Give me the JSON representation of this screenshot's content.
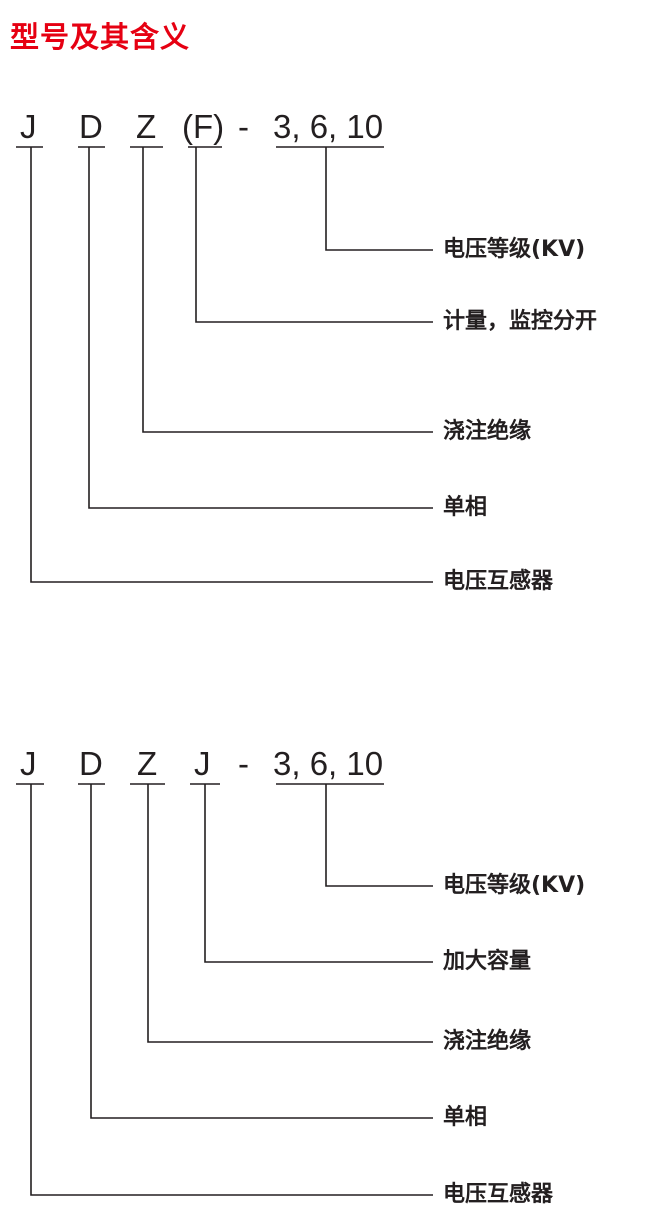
{
  "title": "型号及其含义",
  "diagram1": {
    "code": [
      "J",
      "D",
      "Z",
      "(F)",
      "-",
      "3, 6, 10"
    ],
    "labels": [
      "电压等级(KV)",
      "计量，监控分开",
      "浇注绝缘",
      "单相",
      "电压互感器"
    ]
  },
  "diagram2": {
    "code": [
      "J",
      "D",
      "Z",
      "J",
      "-",
      "3, 6, 10"
    ],
    "labels": [
      "电压等级(KV)",
      "加大容量",
      "浇注绝缘",
      "单相",
      "电压互感器"
    ]
  },
  "colors": {
    "title": "#e60012",
    "text": "#231f20"
  }
}
